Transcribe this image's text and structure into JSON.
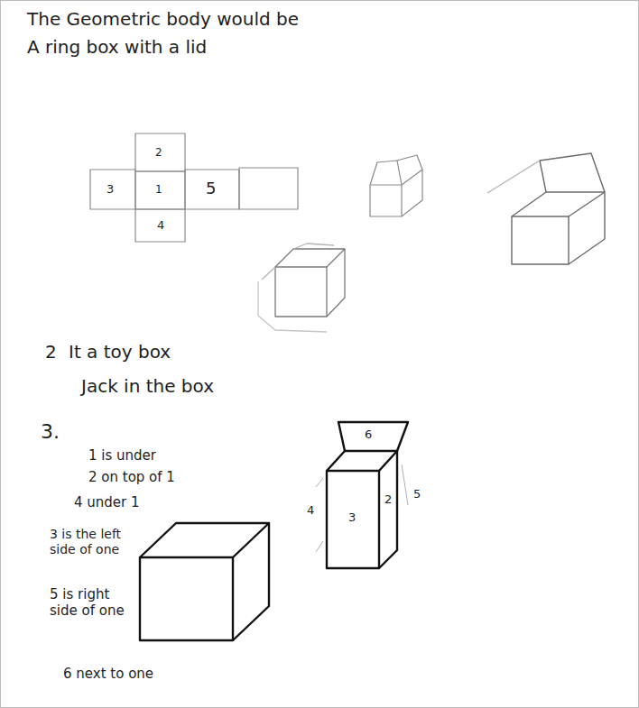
{
  "diagram": {
    "labels": [
      "The Geometric body would be A ring box with a lid",
      "2",
      "3",
      "1",
      "5",
      "4",
      "2",
      "It a toy box",
      "Jack in the box",
      "3.",
      "1 is under",
      "2 on top of 1",
      "4 under 1",
      "3 is the left side of one",
      "5 is right side of one",
      "6 next to one",
      "6",
      "3",
      "2",
      "4",
      "5"
    ]
  }
}
